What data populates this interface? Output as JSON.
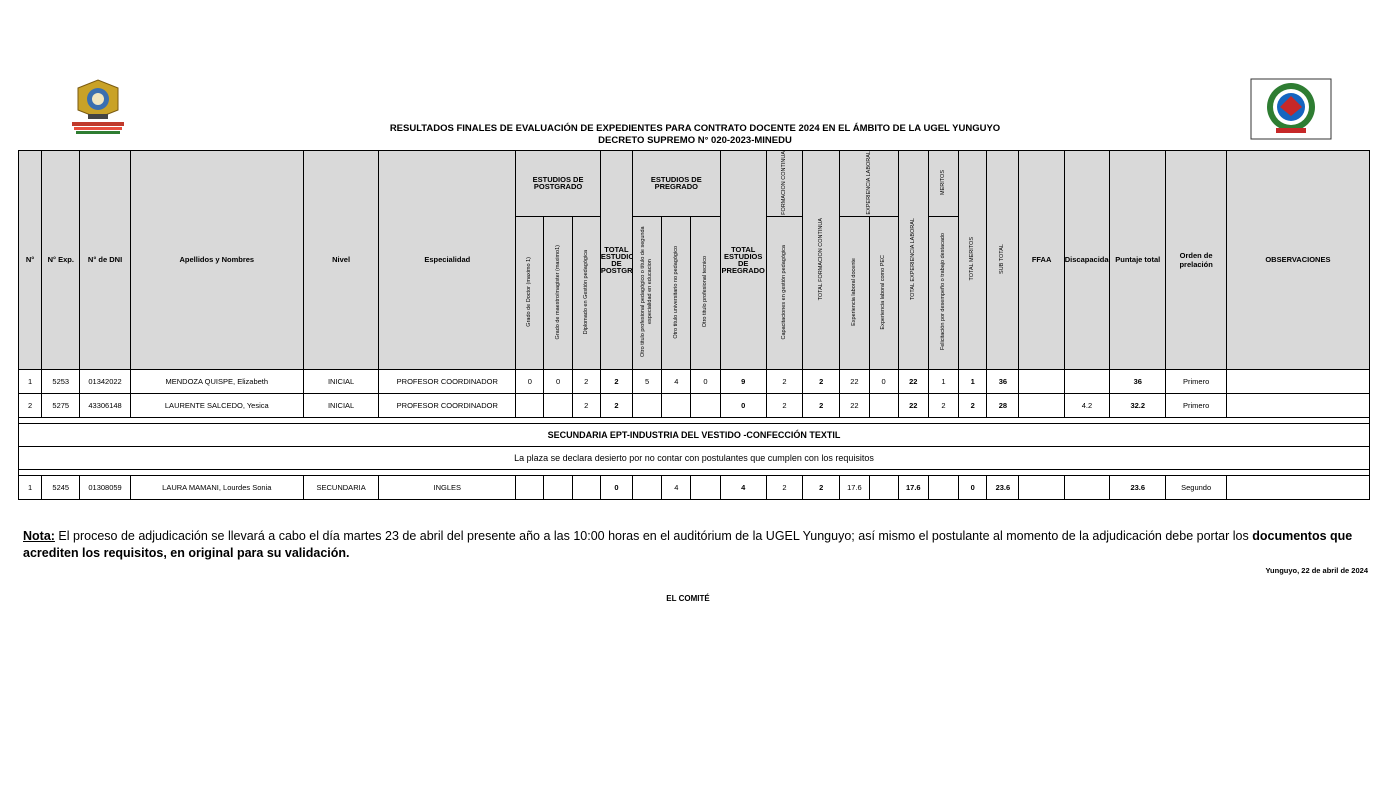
{
  "header": {
    "title_line1": "RESULTADOS FINALES DE EVALUACIÓN DE EXPEDIENTES PARA CONTRATO DOCENTE 2024 EN EL ÁMBITO DE LA UGEL YUNGUYO",
    "title_line2": "DECRETO SUPREMO N° 020-2023-MINEDU"
  },
  "columns": {
    "n": "N°",
    "exp": "N° Exp.",
    "dni": "N° de DNI",
    "nombres": "Apellidos y Nombres",
    "nivel": "Nivel",
    "especialidad": "Especialidad",
    "grp_postgrado": "ESTUDIOS DE POSTGRADO",
    "doctor": "Grado de Doctor (maximo 1)",
    "maestro": "Grado de maestro/magister (maximo1)",
    "diplomado": "Diplomado en Gestión pedagógica",
    "total_postgrado": "TOTAL ESTUDIOS DE POSTGRADO",
    "grp_pregrado": "ESTUDIOS DE PREGRADO",
    "otro_pedagogico": "Otro titulo profesional pedagógico o título de segunda especialidad en educacion",
    "otro_no_pedagogico": "Otro titulo universitario no pedagógico",
    "otro_tecnico": "Otro titulo profesional tecnico",
    "total_pregrado": "TOTAL ESTUDIOS DE PREGRADO",
    "grp_formacion": "FORMACION CONTINUA",
    "capacitaciones": "Capacitaciones en gestión pedagógica",
    "total_formacion": "TOTAL FORMACION CONTINUA",
    "grp_experiencia": "EXPERIENCIA LABORAL",
    "exp_docente": "Experiencia laboral docente",
    "exp_pec": "Experiencia laboral como PEC",
    "total_experiencia": "TOTAL EXPERIENCIA LABORAL",
    "grp_meritos": "MERITOS",
    "felicitacion": "Felicitación por desempeño o trabajo destacado",
    "total_meritos": "TOTAL MERITOS",
    "subtotal": "SUB TOTAL",
    "ffaa": "FFAA",
    "discapacidad": "Discapacidad",
    "puntaje": "Puntaje total",
    "orden": "Orden de prelación",
    "observaciones": "OBSERVACIONES"
  },
  "rows_a": [
    {
      "n": "1",
      "exp": "5253",
      "dni": "01342022",
      "nombres": "MENDOZA QUISPE, Elizabeth",
      "nivel": "INICIAL",
      "especialidad": "PROFESOR COORDINADOR",
      "doctor": "0",
      "maestro": "0",
      "diplomado": "2",
      "total_postgrado": "2",
      "otro_pedagogico": "5",
      "otro_no_pedagogico": "4",
      "otro_tecnico": "0",
      "total_pregrado": "9",
      "capacitaciones": "2",
      "total_formacion": "2",
      "exp_docente": "22",
      "exp_pec": "0",
      "total_experiencia": "22",
      "felicitacion": "1",
      "total_meritos": "1",
      "subtotal": "36",
      "ffaa": "",
      "discapacidad": "",
      "puntaje": "36",
      "orden": "Primero",
      "observaciones": ""
    },
    {
      "n": "2",
      "exp": "5275",
      "dni": "43306148",
      "nombres": "LAURENTE SALCEDO, Yesica",
      "nivel": "INICIAL",
      "especialidad": "PROFESOR COORDINADOR",
      "doctor": "",
      "maestro": "",
      "diplomado": "2",
      "total_postgrado": "2",
      "otro_pedagogico": "",
      "otro_no_pedagogico": "",
      "otro_tecnico": "",
      "total_pregrado": "0",
      "capacitaciones": "2",
      "total_formacion": "2",
      "exp_docente": "22",
      "exp_pec": "",
      "total_experiencia": "22",
      "felicitacion": "2",
      "total_meritos": "2",
      "subtotal": "28",
      "ffaa": "",
      "discapacidad": "4.2",
      "puntaje": "32.2",
      "orden": "Primero",
      "observaciones": ""
    }
  ],
  "section_title": "SECUNDARIA EPT-INDUSTRIA DEL VESTIDO -CONFECCIÓN TEXTIL",
  "section_note": "La plaza se declara desierto por no contar con postulantes que cumplen con los requisitos",
  "rows_b": [
    {
      "n": "1",
      "exp": "5245",
      "dni": "01308059",
      "nombres": "LAURA MAMANI, Lourdes Sonia",
      "nivel": "SECUNDARIA",
      "especialidad": "INGLES",
      "doctor": "",
      "maestro": "",
      "diplomado": "",
      "total_postgrado": "0",
      "otro_pedagogico": "",
      "otro_no_pedagogico": "4",
      "otro_tecnico": "",
      "total_pregrado": "4",
      "capacitaciones": "2",
      "total_formacion": "2",
      "exp_docente": "17.6",
      "exp_pec": "",
      "total_experiencia": "17.6",
      "felicitacion": "",
      "total_meritos": "0",
      "subtotal": "23.6",
      "ffaa": "",
      "discapacidad": "",
      "puntaje": "23.6",
      "orden": "Segundo",
      "observaciones": ""
    }
  ],
  "nota": {
    "label": "Nota:",
    "text1": " El proceso de adjudicación se llevará a cabo el día martes 23 de abril del presente año a las 10:00 horas en el auditórium de la UGEL Yunguyo; así mismo el postulante al momento de la adjudicación debe portar los ",
    "bold": "documentos que acrediten los requisitos, en original para su validación."
  },
  "fecha": "Yunguyo, 22 de abril de 2024",
  "comite": "EL COMITÉ",
  "colors": {
    "header_gray": "#d9d9d9",
    "header_blue": "#b4c6e7"
  }
}
